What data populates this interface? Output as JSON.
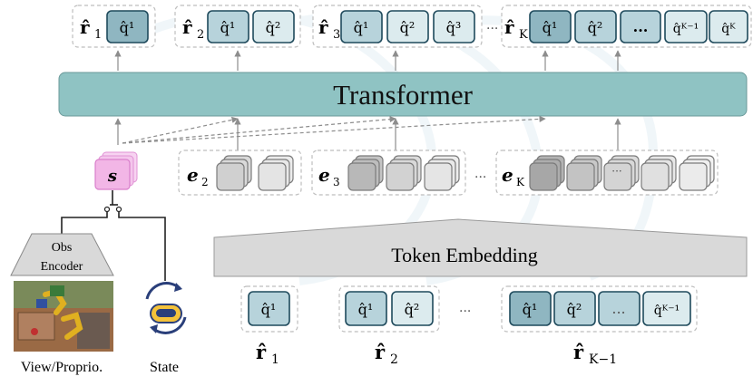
{
  "top_row": {
    "groups": [
      {
        "r": "r̂",
        "r_sub": "1",
        "tokens": [
          "q̂¹"
        ]
      },
      {
        "r": "r̂",
        "r_sub": "2",
        "tokens": [
          "q̂¹",
          "q̂²"
        ]
      },
      {
        "r": "r̂",
        "r_sub": "3",
        "tokens": [
          "q̂¹",
          "q̂²",
          "q̂³"
        ]
      },
      {
        "r": "r̂",
        "r_sub": "K",
        "tokens": [
          "q̂¹",
          "q̂²",
          "...",
          "q̂ᴷ⁻¹",
          "q̂ᴷ"
        ]
      }
    ],
    "ellipsis": "···"
  },
  "transformer": {
    "label": "Transformer"
  },
  "state_token": {
    "label": "s"
  },
  "embeddings": {
    "items": [
      {
        "e": "e",
        "sub": "2"
      },
      {
        "e": "e",
        "sub": "3"
      },
      {
        "e": "e",
        "sub": "K"
      }
    ],
    "ellipsis": "···",
    "inner_ellipsis": "···"
  },
  "obs_encoder": {
    "line1": "Obs",
    "line2": "Encoder"
  },
  "captions": {
    "view": "View/Proprio.",
    "state": "State"
  },
  "token_embedding": {
    "label": "Token Embedding"
  },
  "bottom_row": {
    "groups": [
      {
        "tokens": [
          "q̂¹"
        ],
        "r": "r̂",
        "r_sub": "1"
      },
      {
        "tokens": [
          "q̂¹",
          "q̂²"
        ],
        "r": "r̂",
        "r_sub": "2"
      },
      {
        "tokens": [
          "q̂¹",
          "q̂²",
          "...",
          "q̂ᴷ⁻¹"
        ],
        "r": "r̂",
        "r_sub": "K−1"
      }
    ],
    "ellipsis": "···"
  },
  "colors": {
    "transformer_fill": "#8fc3c3",
    "token_dark": "#8fb6c1",
    "token_light": "#dcebee",
    "state_pink": "#f2b6e6",
    "embedding_grey": "#bdbdbd"
  }
}
